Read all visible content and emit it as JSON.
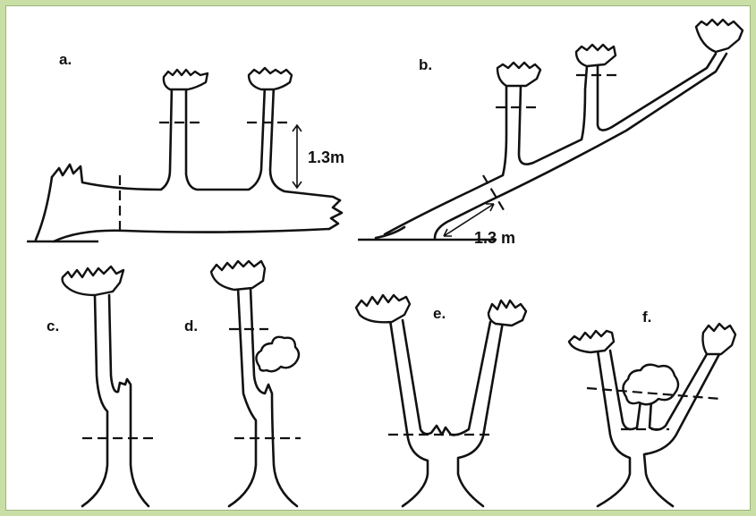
{
  "figure": {
    "panels": [
      {
        "id": "a",
        "label": "a.",
        "measure": "1.3m"
      },
      {
        "id": "b",
        "label": "b.",
        "measure": "1.3 m"
      },
      {
        "id": "c",
        "label": "c."
      },
      {
        "id": "d",
        "label": "d."
      },
      {
        "id": "e",
        "label": "e."
      },
      {
        "id": "f",
        "label": "f."
      }
    ],
    "colors": {
      "border": "#c9dfa6",
      "ink": "#111111",
      "background": "#ffffff"
    }
  }
}
